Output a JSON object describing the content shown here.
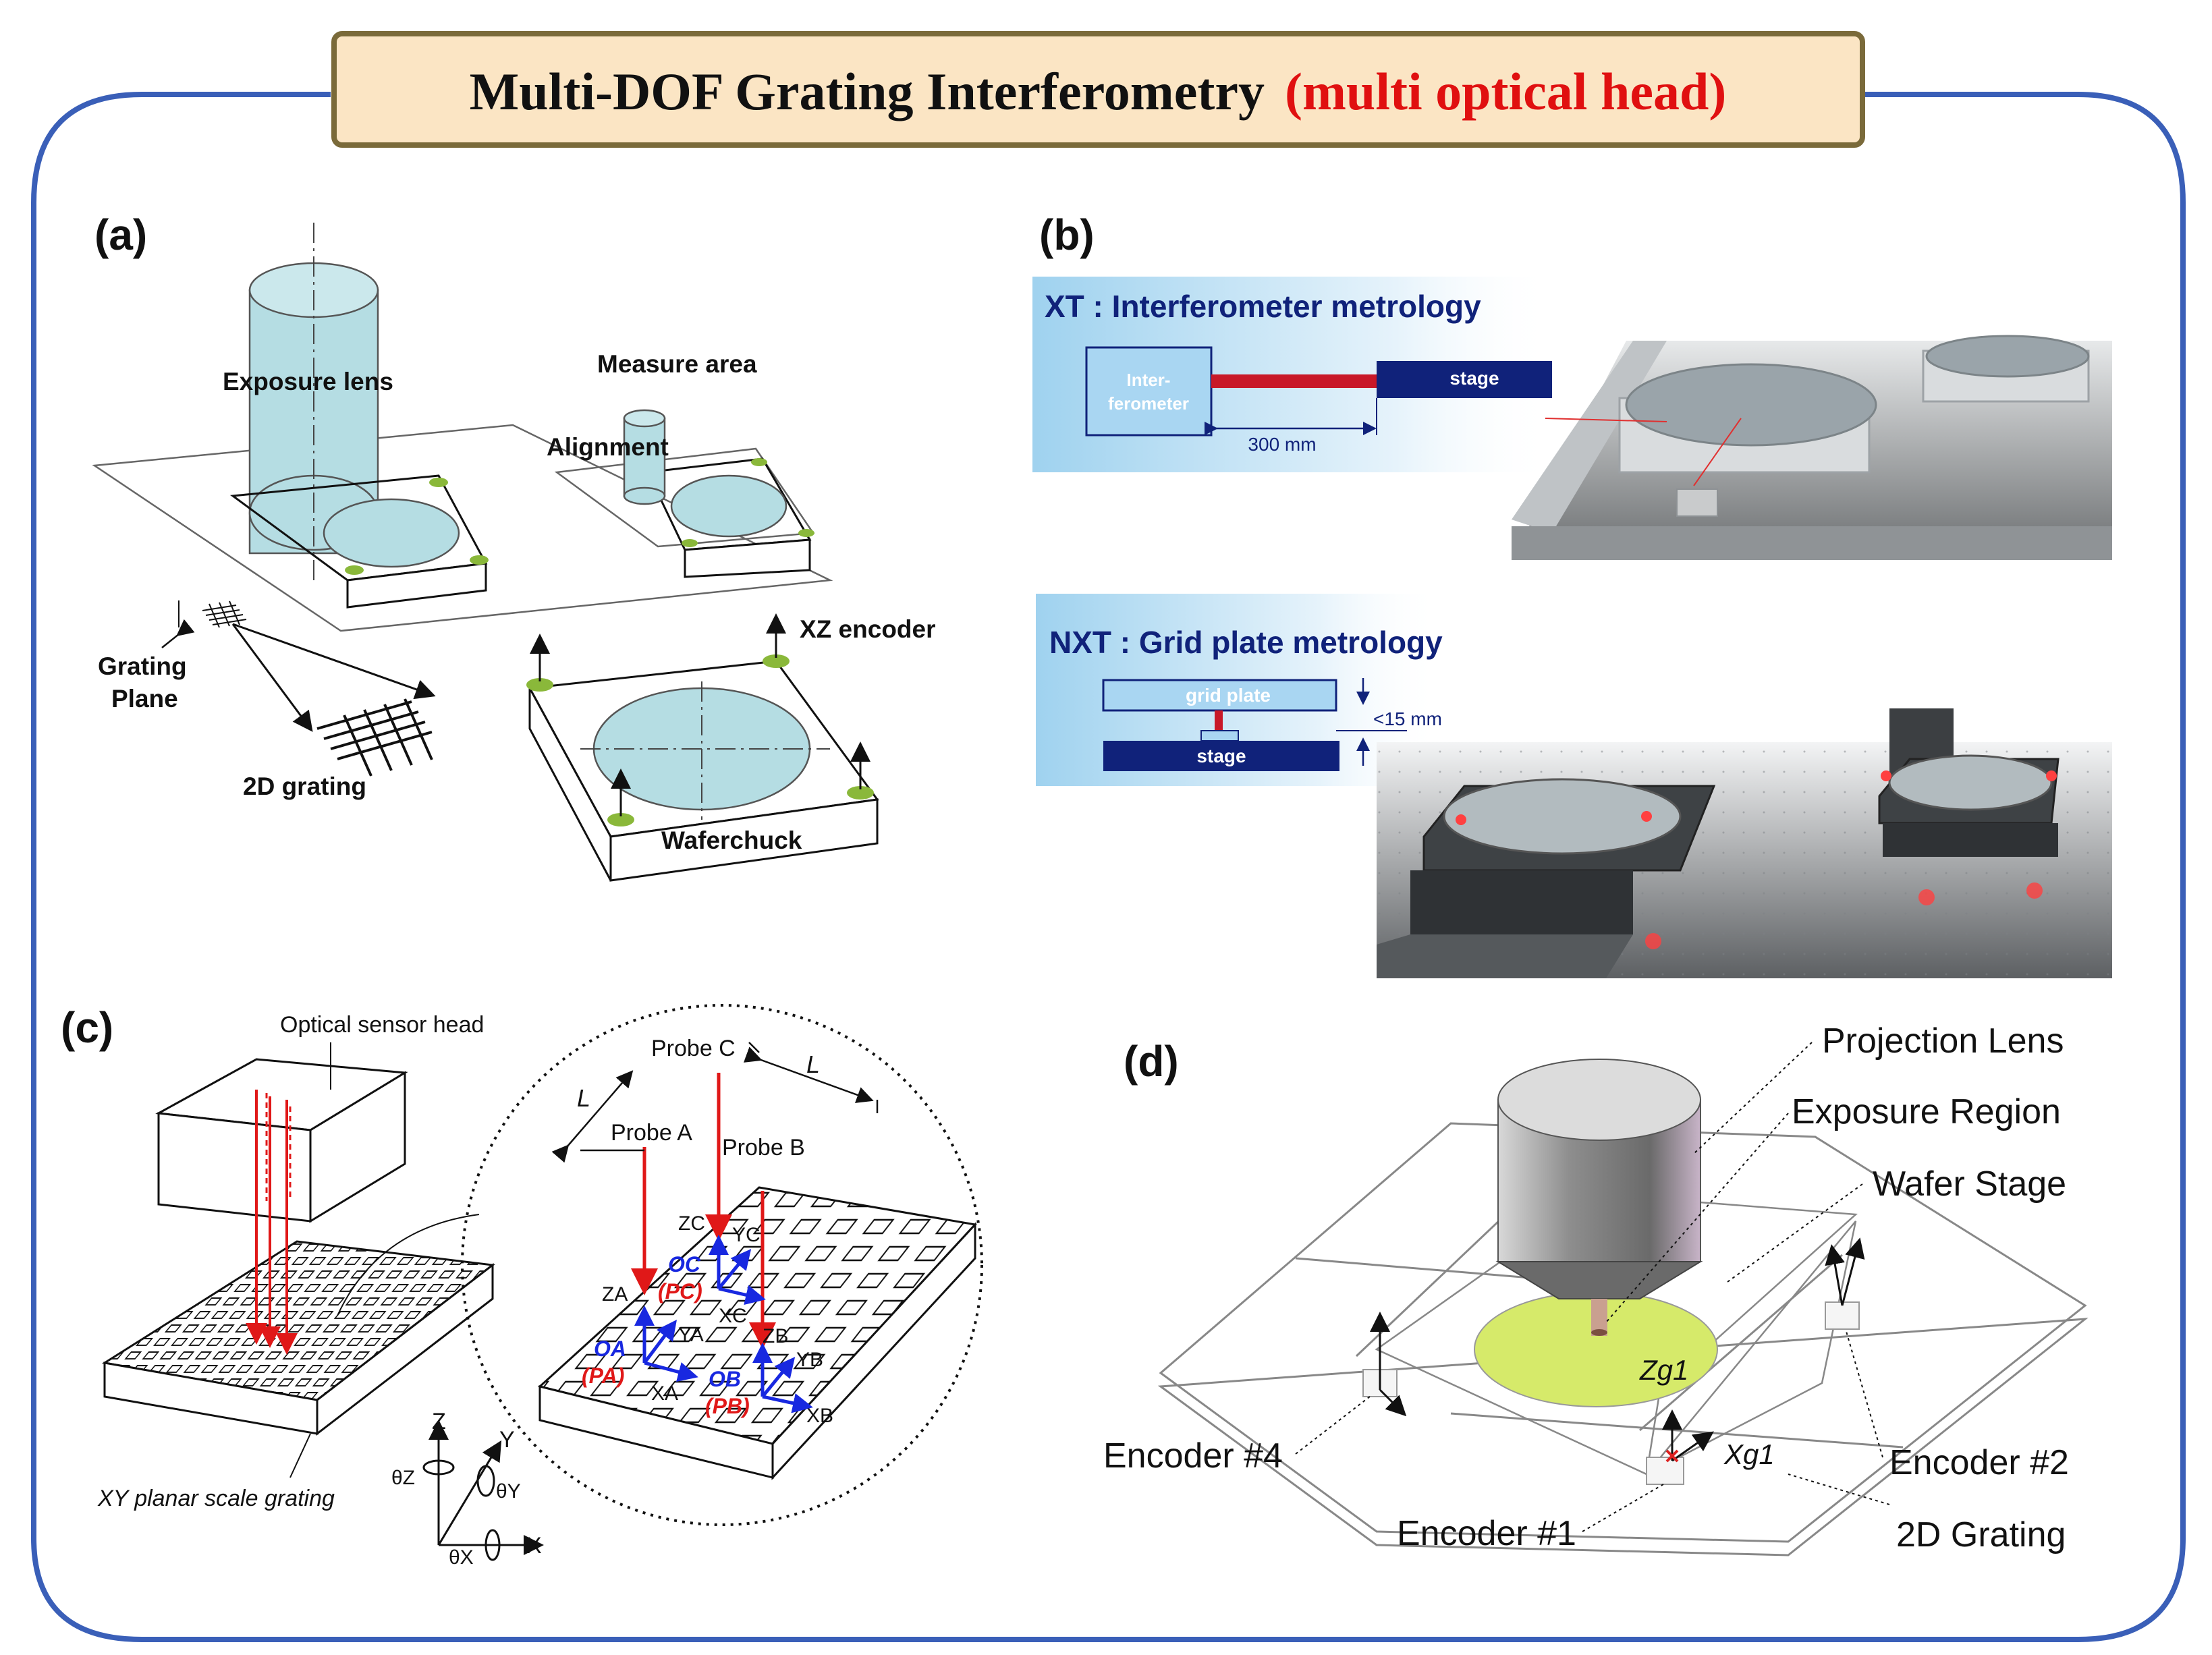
{
  "title": {
    "main": "Multi-DOF Grating Interferometry",
    "highlight": "(multi optical head)"
  },
  "colors": {
    "frame": "#3a5fb8",
    "banner_fill": "#fbe5c4",
    "banner_stroke": "#7a6a3a",
    "highlight": "#e01010",
    "navy": "#10227a",
    "probe": "#e01818",
    "axis_blue": "#1828e0",
    "wafer": "#b5dde3",
    "green_pad": "#8ab83a",
    "exposure": "#d6ea6a"
  },
  "panel_a": {
    "label": "(a)",
    "exposure_lens": "Exposure lens",
    "measure_area": "Measure area",
    "alignment": "Alignment",
    "xz_encoder": "XZ encoder",
    "grating_plane_1": "Grating",
    "grating_plane_2": "Plane",
    "grating_2d": "2D grating",
    "waferchuck": "Waferchuck"
  },
  "panel_b": {
    "label": "(b)",
    "xt_title": "XT : Interferometer metrology",
    "inter_1": "Inter-",
    "inter_2": "ferometer",
    "stage": "stage",
    "distance": "300 mm",
    "nxt_title": "NXT : Grid plate metrology",
    "grid_plate": "grid plate",
    "stage2": "stage",
    "gap": "<15 mm"
  },
  "panel_c": {
    "label": "(c)",
    "sensor_head": "Optical sensor head",
    "probe_a": "Probe A",
    "probe_b": "Probe B",
    "probe_c": "Probe C",
    "L1": "L",
    "L2": "L",
    "scale_grating": "XY planar scale grating",
    "axes": {
      "z": "Z",
      "y": "Y",
      "x": "X",
      "tz": "θZ",
      "ty": "θY",
      "tx": "θX"
    },
    "frames": {
      "zc": "ZC",
      "yc": "YC",
      "xc": "XC",
      "oc": "OC",
      "pc": "(PC)",
      "za": "ZA",
      "ya": "YA",
      "xa": "XA",
      "oa": "OA",
      "pa": "(PA)",
      "zb": "ZB",
      "yb": "YB",
      "xb": "XB",
      "ob": "OB",
      "pb": "(PB)"
    }
  },
  "panel_d": {
    "label": "(d)",
    "projection_lens": "Projection Lens",
    "exposure_region": "Exposure Region",
    "wafer_stage": "Wafer Stage",
    "encoder_4": "Encoder #4",
    "encoder_2": "Encoder #2",
    "encoder_1": "Encoder #1",
    "grating_2d": "2D Grating",
    "zg1": "Zg1",
    "xg1": "Xg1"
  }
}
